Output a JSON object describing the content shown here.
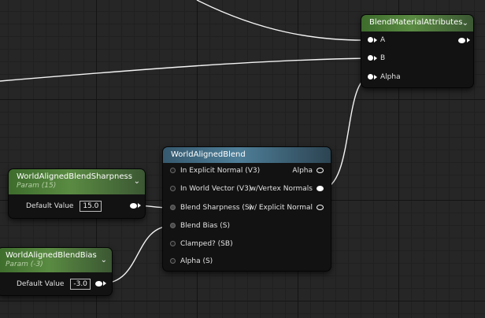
{
  "blend_material_attributes": {
    "title": "BlendMaterialAttributes",
    "inputs": [
      "A",
      "B",
      "Alpha"
    ]
  },
  "world_aligned_blend": {
    "title": "WorldAlignedBlend",
    "inputs": [
      "In Explicit Normal (V3)",
      "In World Vector (V3)",
      "Blend Sharpness (S)",
      "Blend Bias (S)",
      "Clamped? (SB)",
      "Alpha (S)"
    ],
    "outputs": [
      "Alpha",
      "w/Vertex Normals",
      "w/ Explicit Normal"
    ]
  },
  "sharpness_param": {
    "title": "WorldAlignedBlendSharpness",
    "subtitle": "Param (15)",
    "label": "Default Value",
    "value": "15.0"
  },
  "bias_param": {
    "title": "WorldAlignedBlendBias",
    "subtitle": "Param (-3)",
    "label": "Default Value",
    "value": "-3.0"
  },
  "icons": {
    "collapse": "chevron-down-icon",
    "output_pin": "exec-pin-icon"
  },
  "colors": {
    "param_header": "#5a8b42",
    "function_header": "#4e7e98",
    "wire": "#ffffff",
    "graph_bg": "#262626"
  }
}
